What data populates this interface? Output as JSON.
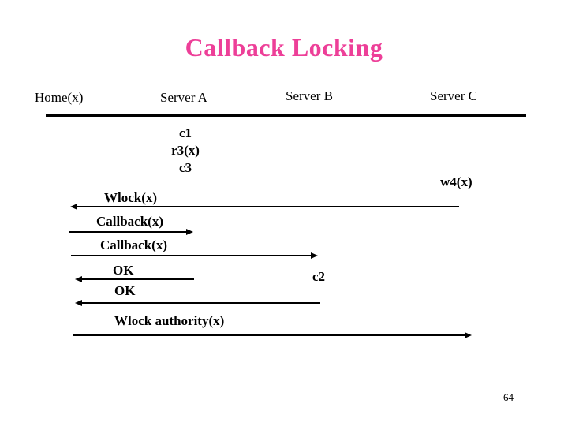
{
  "slide": {
    "title": "Callback Locking",
    "title_color": "#ED3F98",
    "page_number": "64",
    "timeline_headers": [
      {
        "label": "Home(x)"
      },
      {
        "label": "Server A"
      },
      {
        "label": "Server B"
      },
      {
        "label": "Server C"
      }
    ],
    "transactions": {
      "c1": "c1",
      "r3x": "r3(x)",
      "c3": "c3",
      "w4x": "w4(x)",
      "c2": "c2"
    },
    "messages": [
      {
        "label": "Wlock(x)",
        "direction": "left"
      },
      {
        "label": "Callback(x)",
        "direction": "right"
      },
      {
        "label": "Callback(x)",
        "direction": "right"
      },
      {
        "label": "OK",
        "direction": "left"
      },
      {
        "label": "OK",
        "direction": "left"
      },
      {
        "label": "Wlock authority(x)",
        "direction": "right"
      }
    ]
  }
}
